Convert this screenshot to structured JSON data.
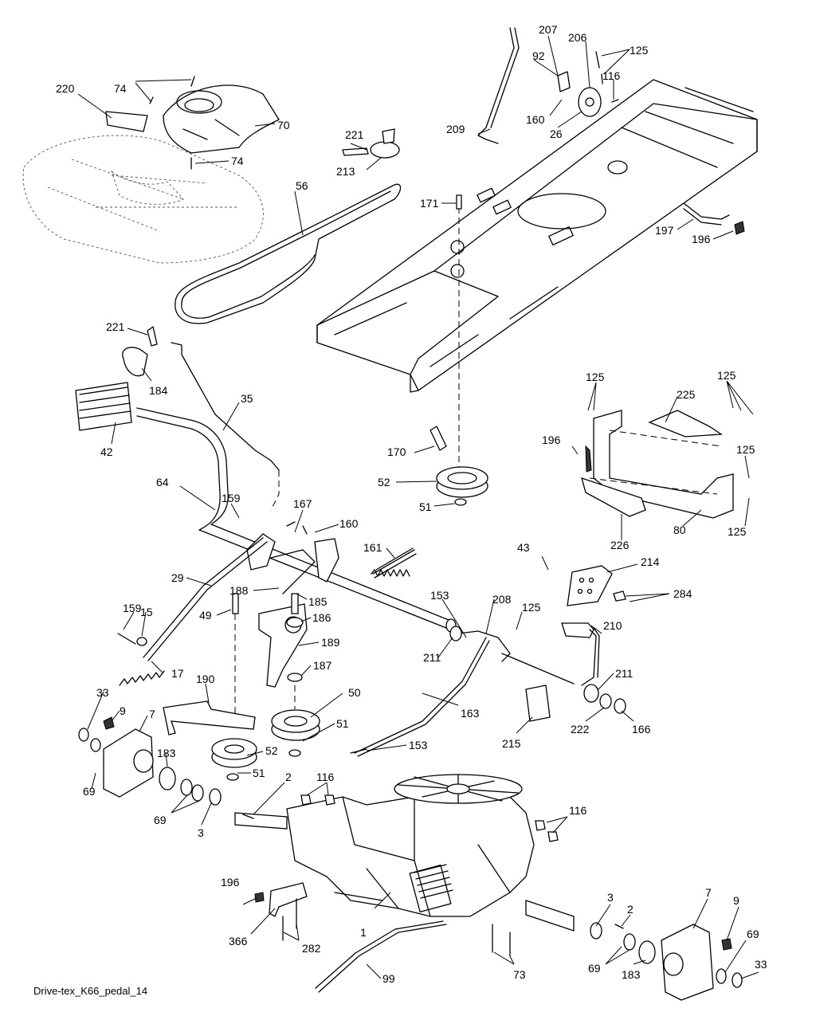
{
  "diagram": {
    "caption": "Drive-tex_K66_pedal_14",
    "callouts": [
      "220",
      "74",
      "74",
      "70",
      "74",
      "221",
      "213",
      "56",
      "207",
      "206",
      "125",
      "92",
      "116",
      "160",
      "26",
      "209",
      "171",
      "197",
      "196",
      "221",
      "184",
      "35",
      "42",
      "170",
      "52",
      "51",
      "125",
      "125",
      "225",
      "196",
      "125",
      "80",
      "125",
      "226",
      "64",
      "159",
      "167",
      "160",
      "161",
      "29",
      "188",
      "185",
      "186",
      "49",
      "189",
      "187",
      "153",
      "208",
      "125",
      "211",
      "159",
      "15",
      "17",
      "190",
      "33",
      "9",
      "7",
      "50",
      "51",
      "52",
      "51",
      "183",
      "69",
      "69",
      "3",
      "2",
      "116",
      "163",
      "153",
      "116",
      "43",
      "214",
      "284",
      "210",
      "211",
      "222",
      "166",
      "215",
      "196",
      "366",
      "282",
      "1",
      "3",
      "2",
      "7",
      "9",
      "69",
      "33",
      "69",
      "183",
      "73",
      "99"
    ]
  }
}
